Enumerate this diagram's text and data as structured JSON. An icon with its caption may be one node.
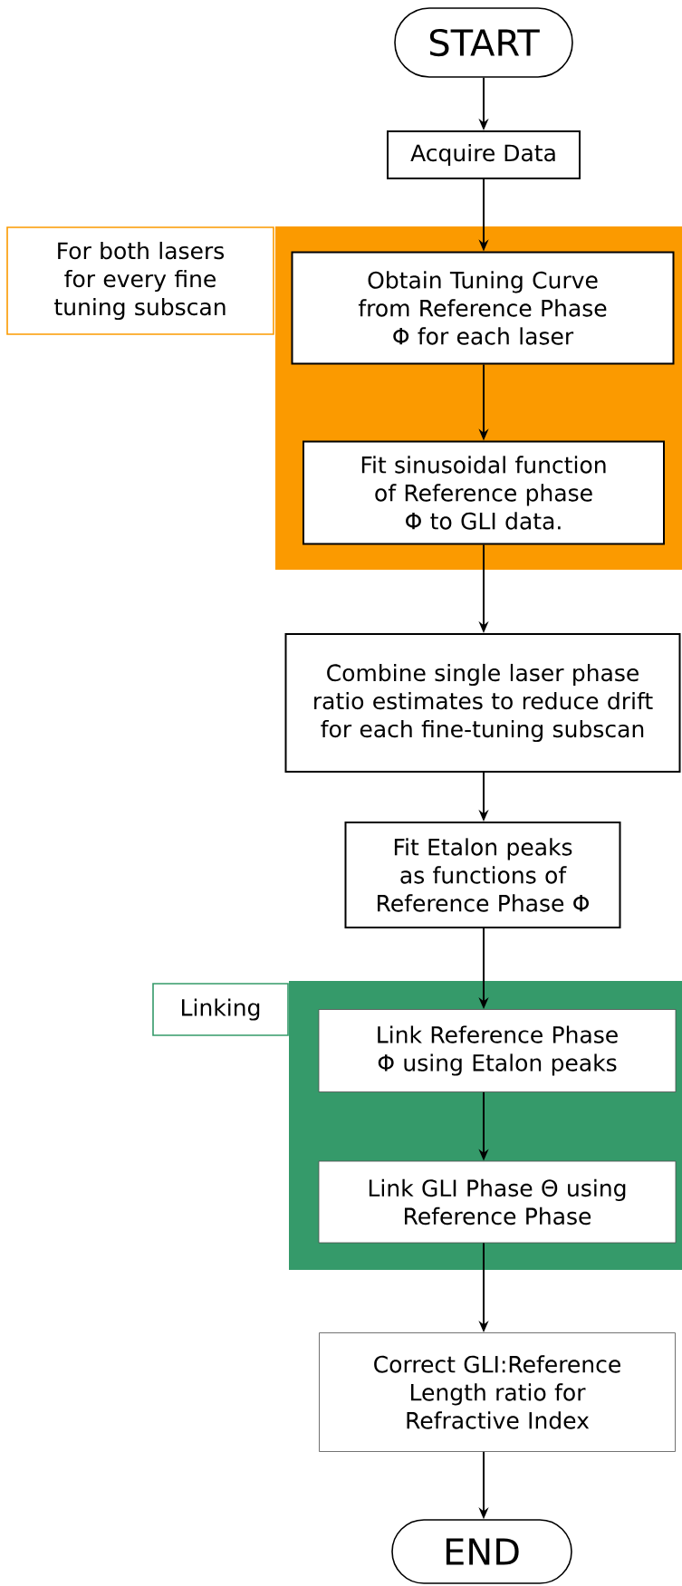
{
  "diagram": {
    "nodes": [
      {
        "text": [
          "START"
        ]
      },
      {
        "text": [
          "Acquire Data"
        ]
      },
      {
        "text": [
          "For both lasers for every fine tuning subscan"
        ]
      },
      {
        "text": [
          "Obtain Tuning Curve from Reference Phase Φ for each laser"
        ],
        "in": 2
      },
      {
        "text": [
          "Fit sinusoidal function of Reference phase Φ to GLI data."
        ],
        "in": 2
      },
      {
        "text": [
          "Combine single laser phase ratio estimates to reduce drift for each fine-tuning subscan"
        ]
      },
      {
        "text": [
          "Fit Etalon peaks as functions of Reference Phase Φ"
        ]
      },
      {
        "text": [
          "Linking"
        ]
      },
      {
        "text": [
          "Link Reference Phase Φ using Etalon peaks"
        ],
        "in": 7
      },
      {
        "text": [
          "Link GLI Phase Θ using Reference Phase"
        ],
        "in": 7
      },
      {
        "text": [
          "Correct GLI:Reference Length ratio for Refractive Index"
        ]
      },
      {
        "text": [
          "END"
        ]
      }
    ],
    "edges": [
      {
        "from": 0,
        "to": 1,
        "arrow": "to"
      },
      {
        "from": 1,
        "to": 3,
        "arrow": "to"
      },
      {
        "from": 3,
        "to": 4,
        "arrow": "to"
      },
      {
        "from": 4,
        "to": 5,
        "arrow": "to"
      },
      {
        "from": 5,
        "to": 6,
        "arrow": "to"
      },
      {
        "from": 6,
        "to": 8,
        "arrow": "to"
      },
      {
        "from": 8,
        "to": 9,
        "arrow": "to"
      },
      {
        "from": 9,
        "to": 10,
        "arrow": "to"
      },
      {
        "from": 10,
        "to": 11,
        "arrow": "to"
      }
    ]
  }
}
